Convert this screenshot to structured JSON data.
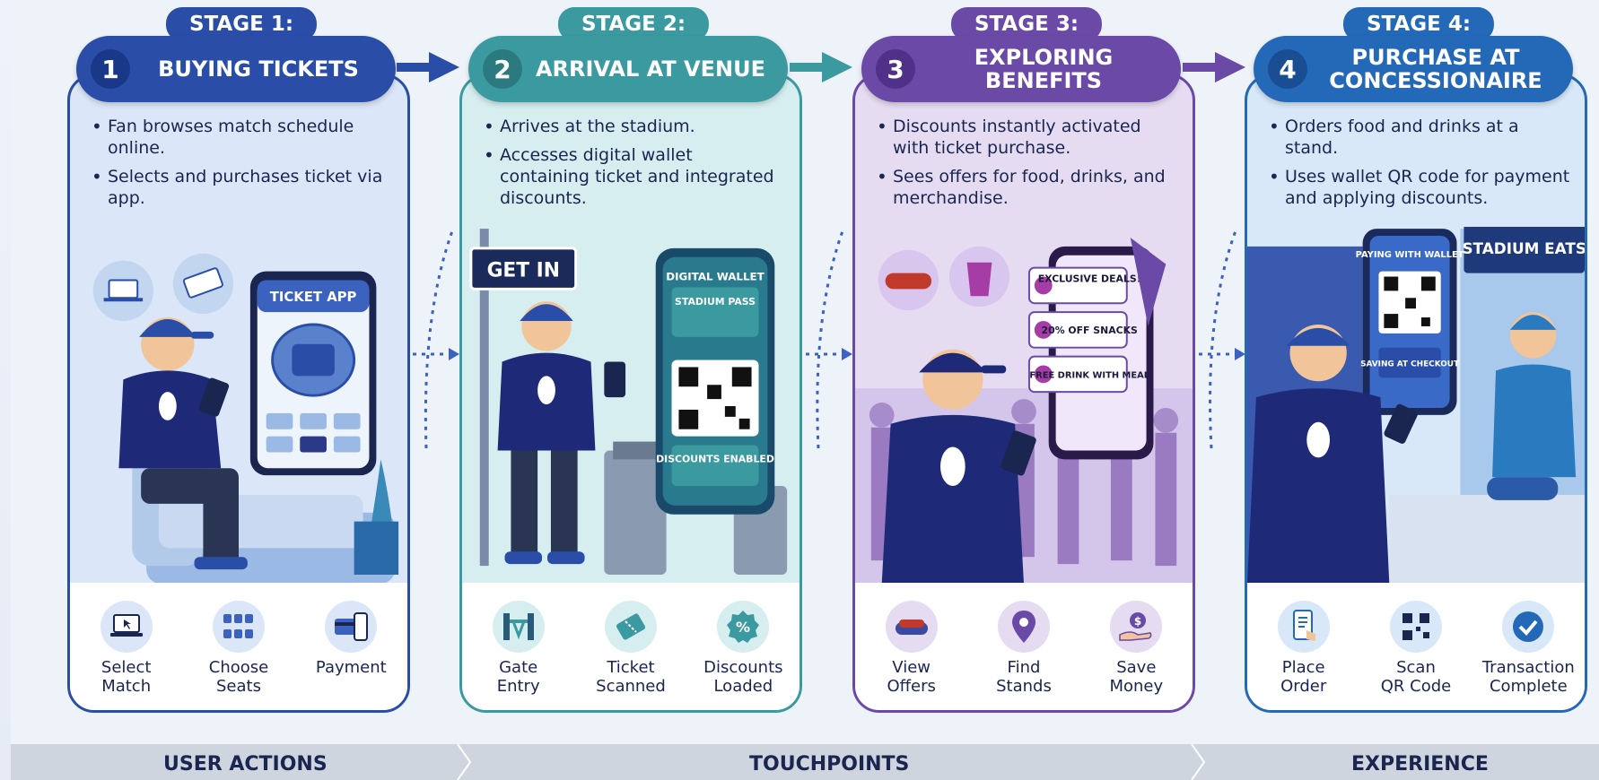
{
  "stages": [
    {
      "pill": "STAGE 1:",
      "number": "1",
      "title": "BUYING TICKETS",
      "bullets": [
        "Fan browses match schedule online.",
        "Selects and purchases ticket via app."
      ],
      "scene": {
        "app_title": "TICKET APP"
      },
      "icons": [
        {
          "icon": "laptop-cursor-icon",
          "label": "Select\nMatch"
        },
        {
          "icon": "seats-icon",
          "label": "Choose\nSeats"
        },
        {
          "icon": "card-phone-icon",
          "label": "Payment"
        }
      ]
    },
    {
      "pill": "STAGE 2:",
      "number": "2",
      "title": "ARRIVAL AT VENUE",
      "bullets": [
        "Arrives at the stadium.",
        "Accesses digital wallet containing ticket and integrated discounts."
      ],
      "scene": {
        "sign": "GET IN",
        "wallet_title": "DIGITAL WALLET",
        "pass": "STADIUM PASS",
        "status": "DISCOUNTS ENABLED"
      },
      "icons": [
        {
          "icon": "gate-icon",
          "label": "Gate\nEntry"
        },
        {
          "icon": "ticket-icon",
          "label": "Ticket\nScanned"
        },
        {
          "icon": "percent-badge-icon",
          "label": "Discounts\nLoaded"
        }
      ]
    },
    {
      "pill": "STAGE 3:",
      "number": "3",
      "title": "EXPLORING BENEFITS",
      "bullets": [
        "Discounts instantly activated with ticket purchase.",
        "Sees offers for food, drinks, and merchandise."
      ],
      "scene": {
        "offers": [
          "EXCLUSIVE DEALS!",
          "20% OFF SNACKS",
          "FREE DRINK WITH MEAL"
        ]
      },
      "icons": [
        {
          "icon": "hotdog-icon",
          "label": "View\nOffers"
        },
        {
          "icon": "map-pin-icon",
          "label": "Find\nStands"
        },
        {
          "icon": "money-hand-icon",
          "label": "Save\nMoney"
        }
      ]
    },
    {
      "pill": "STAGE 4:",
      "number": "4",
      "title": "PURCHASE AT CONCESSIONAIRE",
      "bullets": [
        "Orders food and drinks at a stand.",
        "Uses wallet QR code for payment and applying discounts."
      ],
      "scene": {
        "sign": "STADIUM EATS",
        "phone_title": "PAYING WITH WALLET",
        "phone_status": "SAVING AT CHECKOUT"
      },
      "icons": [
        {
          "icon": "tap-order-icon",
          "label": "Place\nOrder"
        },
        {
          "icon": "qr-code-icon",
          "label": "Scan\nQR Code"
        },
        {
          "icon": "check-circle-icon",
          "label": "Transaction\nComplete"
        }
      ]
    }
  ],
  "footer": [
    "USER ACTIONS",
    "TOUCHPOINTS",
    "EXPERIENCE"
  ],
  "colors": {
    "stage1": "#2a4ea8",
    "stage1_light": "#dbe7f8",
    "stage2": "#3a9aa0",
    "stage2_light": "#d6eef0",
    "stage3": "#6a4aa6",
    "stage3_light": "#e5dcf2",
    "stage4": "#2469b8",
    "stage4_light": "#d8e8f8"
  }
}
